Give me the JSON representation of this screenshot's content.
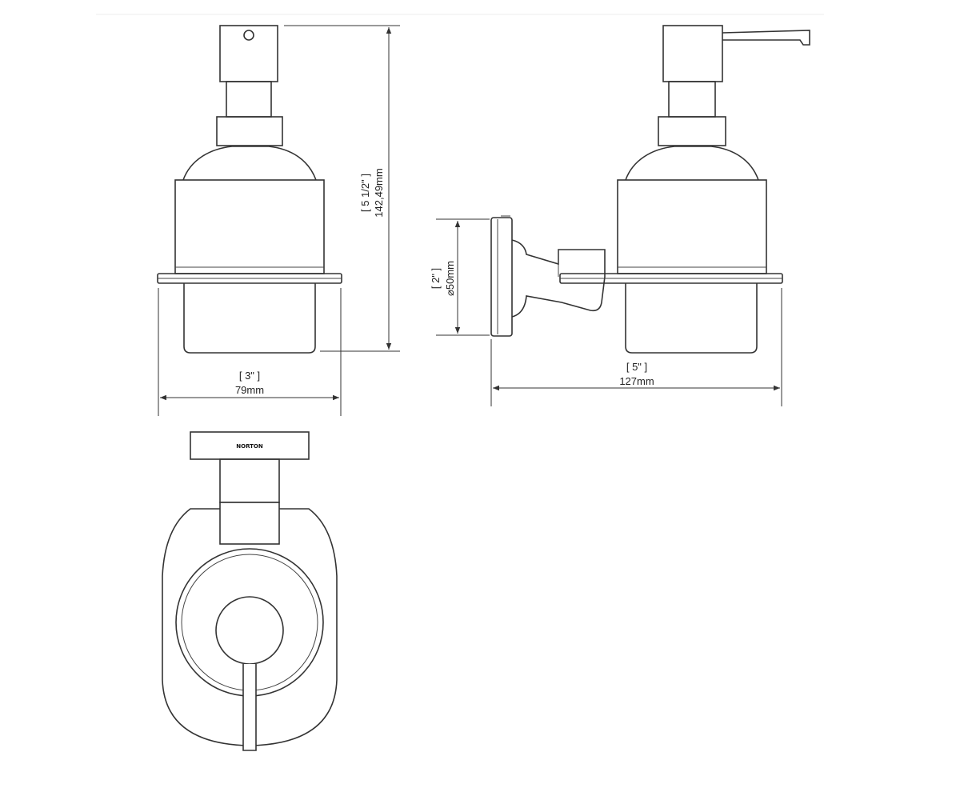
{
  "dimensions": {
    "height": {
      "imperial": "[ 5 1/2\" ]",
      "metric": "142,49mm"
    },
    "width": {
      "imperial": "[ 3\" ]",
      "metric": "79mm"
    },
    "depth": {
      "imperial": "[ 5\" ]",
      "metric": "127mm"
    },
    "base_diameter": {
      "imperial": "[ 2\" ]",
      "metric": "⌀50mm"
    }
  },
  "brand_mark": "NORTON",
  "colors": {
    "line": "#333333",
    "background": "#ffffff"
  }
}
